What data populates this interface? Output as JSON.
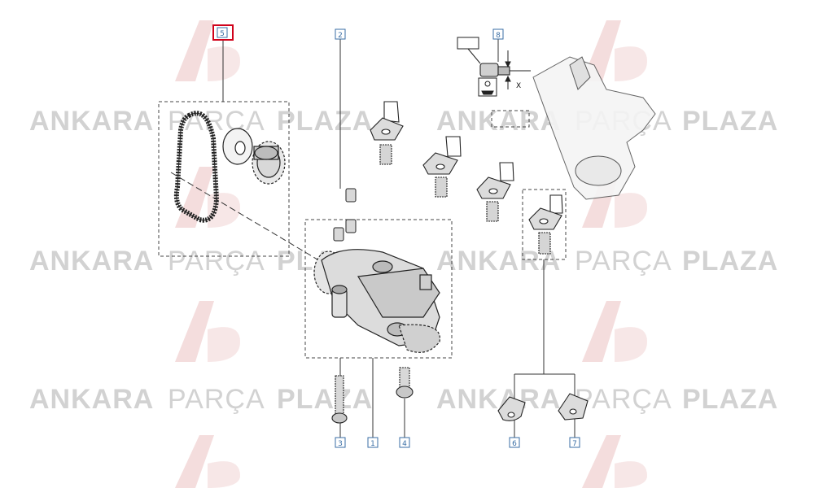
{
  "watermark": {
    "word1": "ANKARA",
    "word2": "PARÇA",
    "word3": "PLAZA",
    "logo_color": "#e6b8b8",
    "text_color": "#c9c9c9"
  },
  "callouts": [
    {
      "id": "callout-1",
      "label": "1",
      "highlighted": false
    },
    {
      "id": "callout-2",
      "label": "2",
      "highlighted": false
    },
    {
      "id": "callout-3",
      "label": "3",
      "highlighted": false
    },
    {
      "id": "callout-4",
      "label": "4",
      "highlighted": false
    },
    {
      "id": "callout-5",
      "label": "5",
      "highlighted": true
    },
    {
      "id": "callout-6",
      "label": "6",
      "highlighted": false
    },
    {
      "id": "callout-7",
      "label": "7",
      "highlighted": false
    },
    {
      "id": "callout-8",
      "label": "8",
      "highlighted": false
    }
  ],
  "annotations": {
    "x_mark": "X"
  },
  "colors": {
    "callout_border": "#3a6ea5",
    "highlight_border": "#d0021b",
    "line": "#333333"
  }
}
